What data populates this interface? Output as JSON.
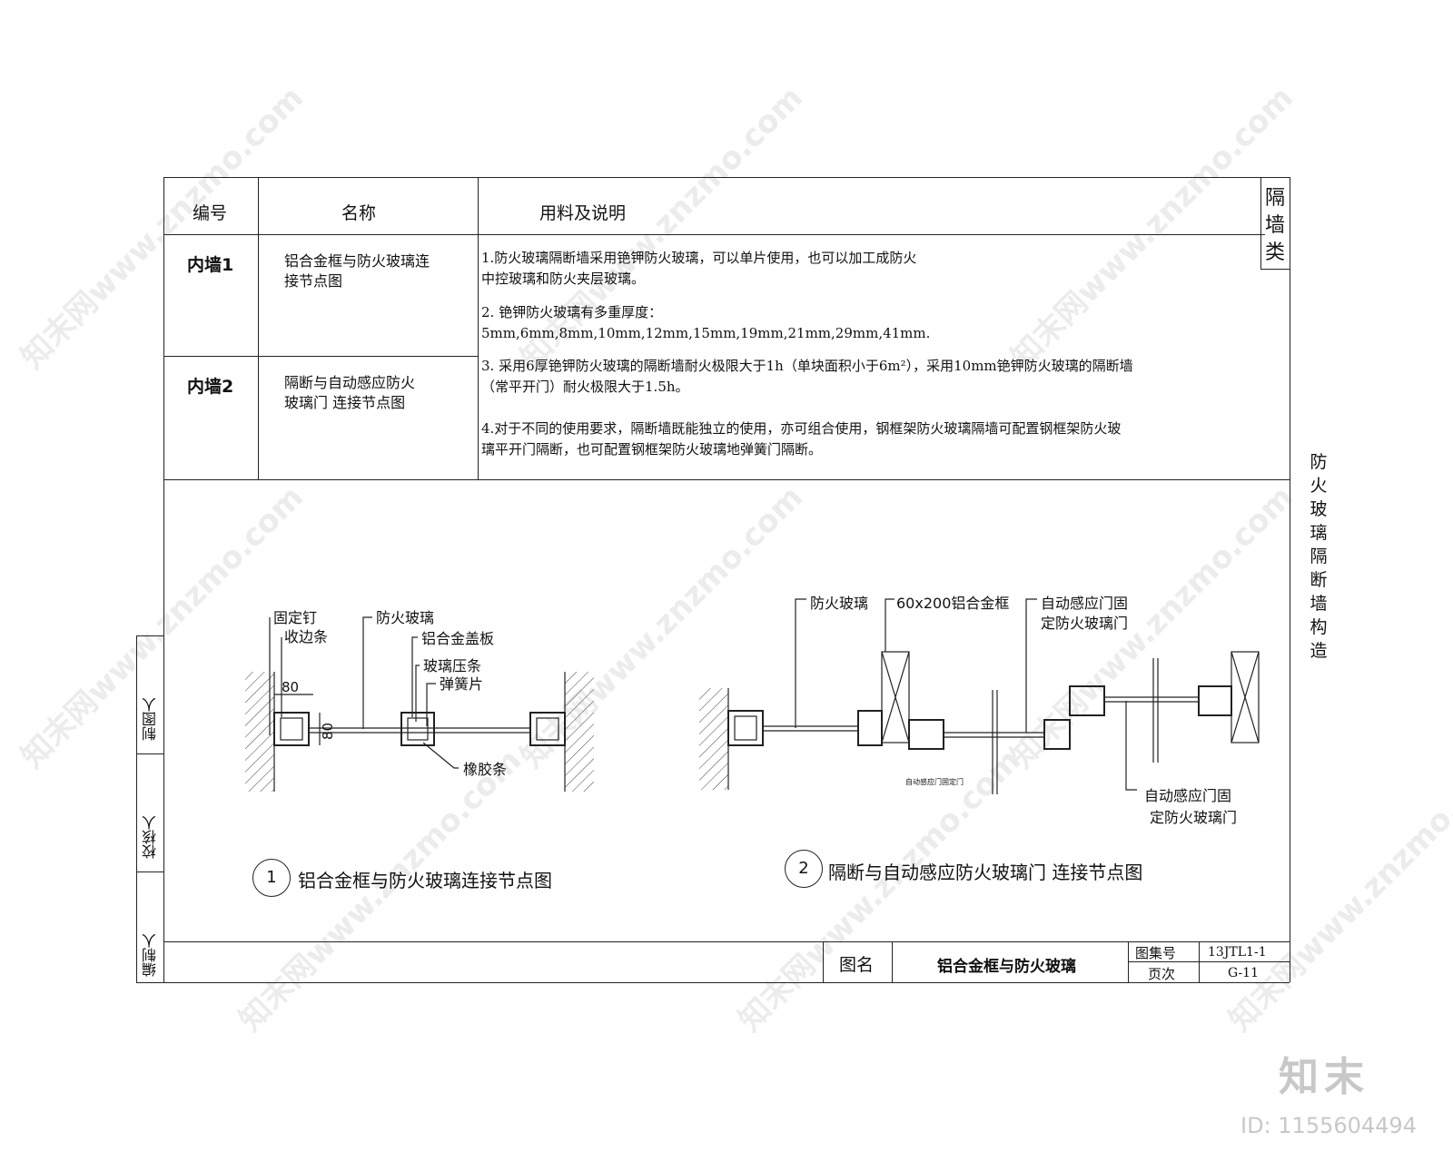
{
  "table": {
    "headers": {
      "code": "编号",
      "name": "名称",
      "desc": "用料及说明"
    },
    "category_chars": [
      "隔",
      "墙",
      "类"
    ],
    "rows": [
      {
        "code": "内墙1",
        "name": "铝合金框与防火玻璃连接节点图"
      },
      {
        "code": "内墙2",
        "name": "隔断与自动感应防火玻璃门 连接节点图"
      }
    ],
    "notes": [
      {
        "line1": "1.防火玻璃隔断墙采用铯钾防火玻璃，可以单片使用，也可以加工成防火",
        "line2": "中控玻璃和防火夹层玻璃。"
      },
      {
        "line1": "2.  铯钾防火玻璃有多重厚度：",
        "line2": "5mm,6mm,8mm,10mm,12mm,15mm,19mm,21mm,29mm,41mm."
      },
      {
        "line1": "3.  采用6厚铯钾防火玻璃的隔断墙耐火极限大于1h（单块面积小于6m²），采用10mm铯钾防火玻璃的隔断墙",
        "line2": "（常平开门）耐火极限大于1.5h。"
      },
      {
        "line1": "4.对于不同的使用要求，隔断墙既能独立的使用，亦可组合使用，钢框架防火玻璃隔墙可配置钢框架防火玻",
        "line2": "璃平开门隔断，也可配置钢框架防火玻璃地弹簧门隔断。"
      }
    ]
  },
  "side_title": "防火玻璃隔断墙构造",
  "left_stamps": [
    "制图人",
    "校核人",
    "编制人"
  ],
  "detail1": {
    "number": "1",
    "title": "铝合金框与防火玻璃连接节点图",
    "labels": [
      "固定钉",
      "收边条",
      "防火玻璃",
      "铝合金盖板",
      "玻璃压条",
      "弹簧片",
      "橡胶条"
    ],
    "dims": [
      "80",
      "80"
    ]
  },
  "detail2": {
    "number": "2",
    "title": "隔断与自动感应防火玻璃门  连接节点图",
    "labels": {
      "glass": "防火玻璃",
      "frame": "60x200铝合金框",
      "door_a": [
        "自动感应门固",
        "定防火玻璃门"
      ],
      "door_b": [
        "自动感应门固",
        "定防火玻璃门"
      ],
      "small_note": "自动感应门固定门"
    }
  },
  "title_block": {
    "name_label": "图名",
    "name_value": "铝合金框与防火玻璃",
    "atlas_label": "图集号",
    "atlas_value": "13JTL1-1",
    "page_label": "页次",
    "page_value": "G-11"
  },
  "watermark": "知末网www.znzmo.com",
  "brand": "知末",
  "image_id": "ID: 1155604494"
}
